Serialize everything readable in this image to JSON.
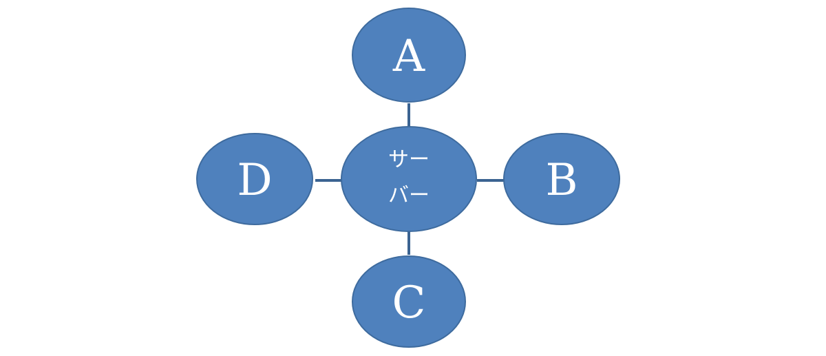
{
  "diagram": {
    "center": {
      "id": "server",
      "label_line1": "サー",
      "label_line2": "バー"
    },
    "nodes": [
      {
        "id": "A",
        "label": "A"
      },
      {
        "id": "B",
        "label": "B"
      },
      {
        "id": "C",
        "label": "C"
      },
      {
        "id": "D",
        "label": "D"
      }
    ],
    "edges": [
      {
        "from": "server",
        "to": "A"
      },
      {
        "from": "server",
        "to": "B"
      },
      {
        "from": "server",
        "to": "C"
      },
      {
        "from": "server",
        "to": "D"
      }
    ]
  },
  "colors": {
    "node_fill": "#4f81bd",
    "connector": "#3b6391",
    "text": "#ffffff"
  }
}
